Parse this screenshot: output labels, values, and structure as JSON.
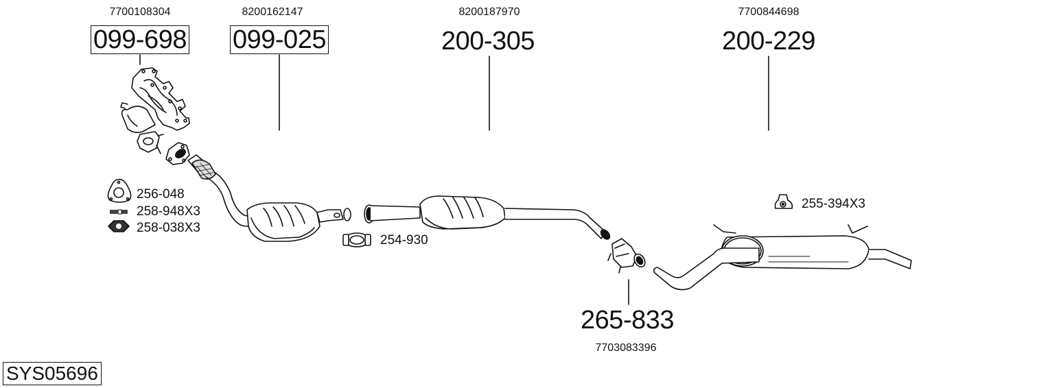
{
  "diagram": {
    "system_id": "SYS05696",
    "main_parts": [
      {
        "part_no": "099-698",
        "oem_no": "7700108304",
        "boxed": true,
        "component": "exhaust manifold with catalytic converter"
      },
      {
        "part_no": "099-025",
        "oem_no": "8200162147",
        "boxed": true,
        "component": "front pipe with catalytic converter"
      },
      {
        "part_no": "200-305",
        "oem_no": "8200187970",
        "boxed": false,
        "component": "centre silencer / catalytic converter pipe"
      },
      {
        "part_no": "200-229",
        "oem_no": "7700844698",
        "boxed": false,
        "component": "rear silencer"
      },
      {
        "part_no": "265-833",
        "oem_no": "7703083396",
        "boxed": false,
        "component": "pipe connector clamp"
      }
    ],
    "accessories": [
      {
        "part_no": "256-048",
        "icon": "gasket-icon"
      },
      {
        "part_no": "258-948X3",
        "icon": "stud-bolt-icon"
      },
      {
        "part_no": "258-038X3",
        "icon": "nut-icon"
      },
      {
        "part_no": "254-930",
        "icon": "clamp-icon"
      },
      {
        "part_no": "255-394X3",
        "icon": "rubber-hanger-icon"
      }
    ]
  }
}
